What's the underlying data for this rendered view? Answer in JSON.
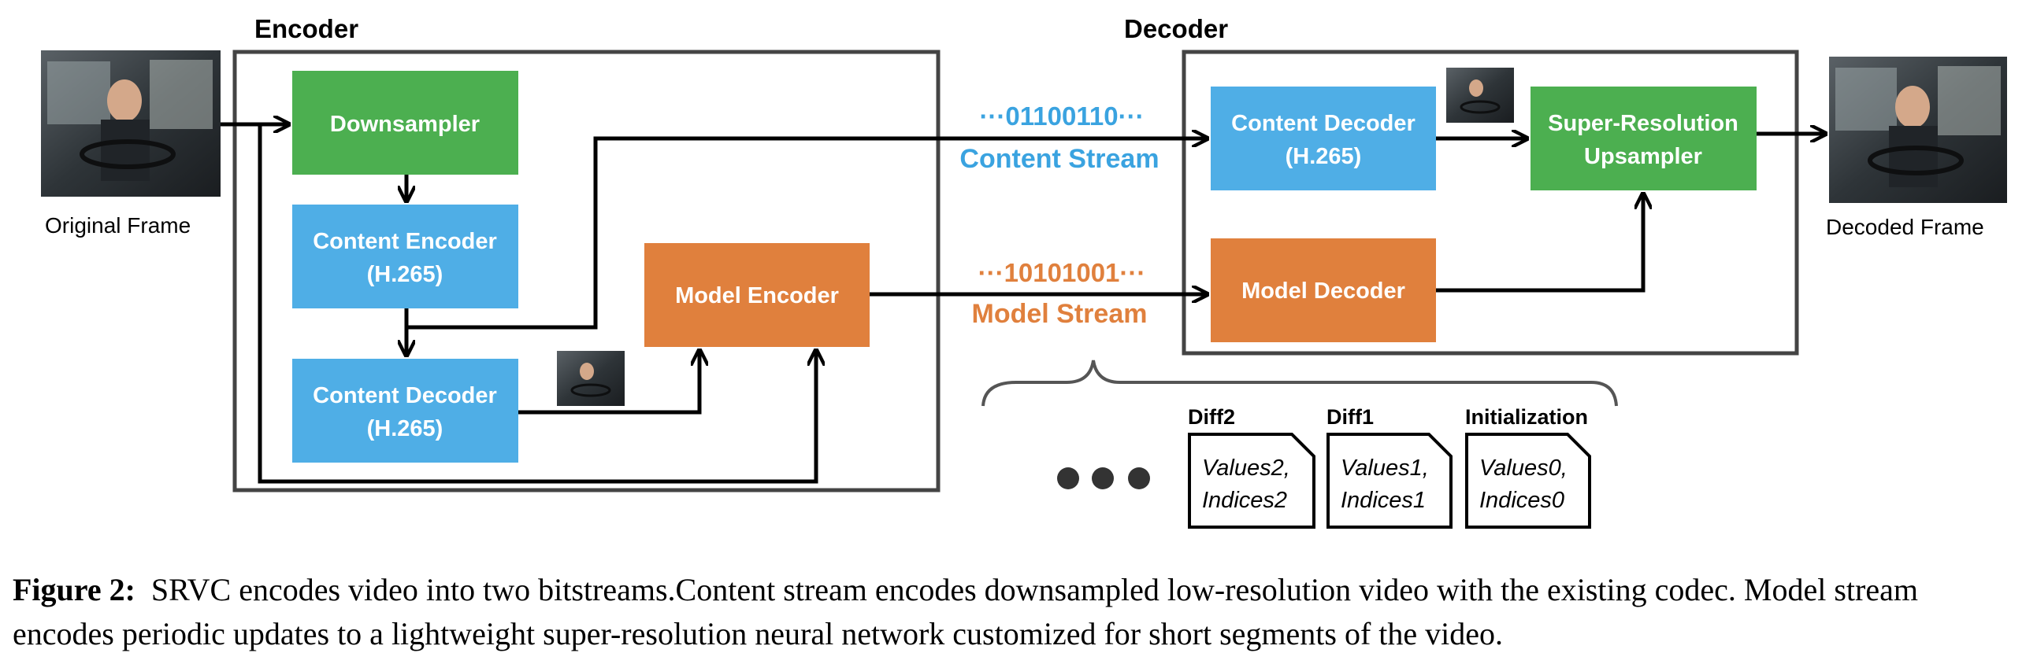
{
  "encoder": {
    "title": "Encoder",
    "downsampler": "Downsampler",
    "content_encoder": [
      "Content Encoder",
      "(H.265)"
    ],
    "content_decoder": [
      "Content Decoder",
      "(H.265)"
    ],
    "model_encoder": "Model Encoder"
  },
  "decoder": {
    "title": "Decoder",
    "content_decoder": [
      "Content Decoder",
      "(H.265)"
    ],
    "model_decoder": "Model Decoder",
    "super_resolution": [
      "Super-Resolution",
      "Upsampler"
    ]
  },
  "frames": {
    "original_label": "Original Frame",
    "decoded_label": "Decoded Frame"
  },
  "streams": {
    "content_bits": "···01100110···",
    "content_label": "Content Stream",
    "model_bits": "···10101001···",
    "model_label": "Model Stream"
  },
  "updates": [
    {
      "title": "Diff2",
      "line1": "Values2,",
      "line2": "Indices2"
    },
    {
      "title": "Diff1",
      "line1": "Values1,",
      "line2": "Indices1"
    },
    {
      "title": "Initialization",
      "line1": "Values0,",
      "line2": "Indices0"
    }
  ],
  "caption": {
    "label": "Figure 2:",
    "text": "SRVC encodes video into two bitstreams.Content stream encodes downsampled low-resolution video with the existing codec. Model stream encodes periodic updates to a lightweight super-resolution neural network customized for short segments of the video."
  },
  "colors": {
    "green": "#4caf50",
    "blue": "#4faee6",
    "orange": "#e0803d",
    "content_stream_text": "#3aa3e0",
    "model_stream_text": "#e0803d"
  }
}
